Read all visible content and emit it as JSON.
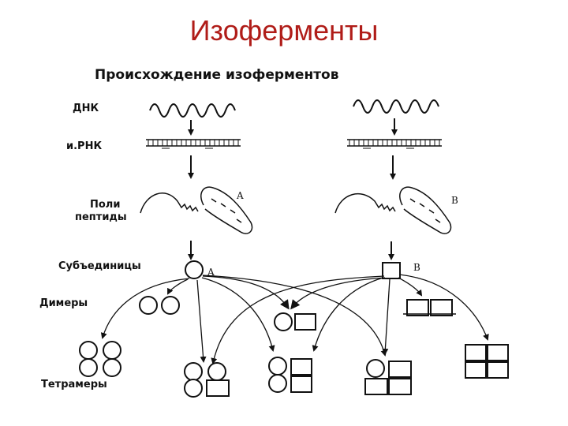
{
  "title": "Изоферменты",
  "subtitle": "Происхождение изоферментов",
  "labels": {
    "dna": "ДНК",
    "mrna": "и.РНК",
    "poly_line1": "Поли",
    "poly_line2": "пептиды",
    "subunits": "Субъединицы",
    "dimers": "Димеры",
    "tetramers": "Тетрамеры"
  },
  "subunit_tags": {
    "a_polypeptide": "A",
    "b_polypeptide": "B",
    "a_subunit": "A",
    "b_subunit": "B"
  },
  "colors": {
    "title": "#b01c18",
    "ink": "#111111"
  }
}
